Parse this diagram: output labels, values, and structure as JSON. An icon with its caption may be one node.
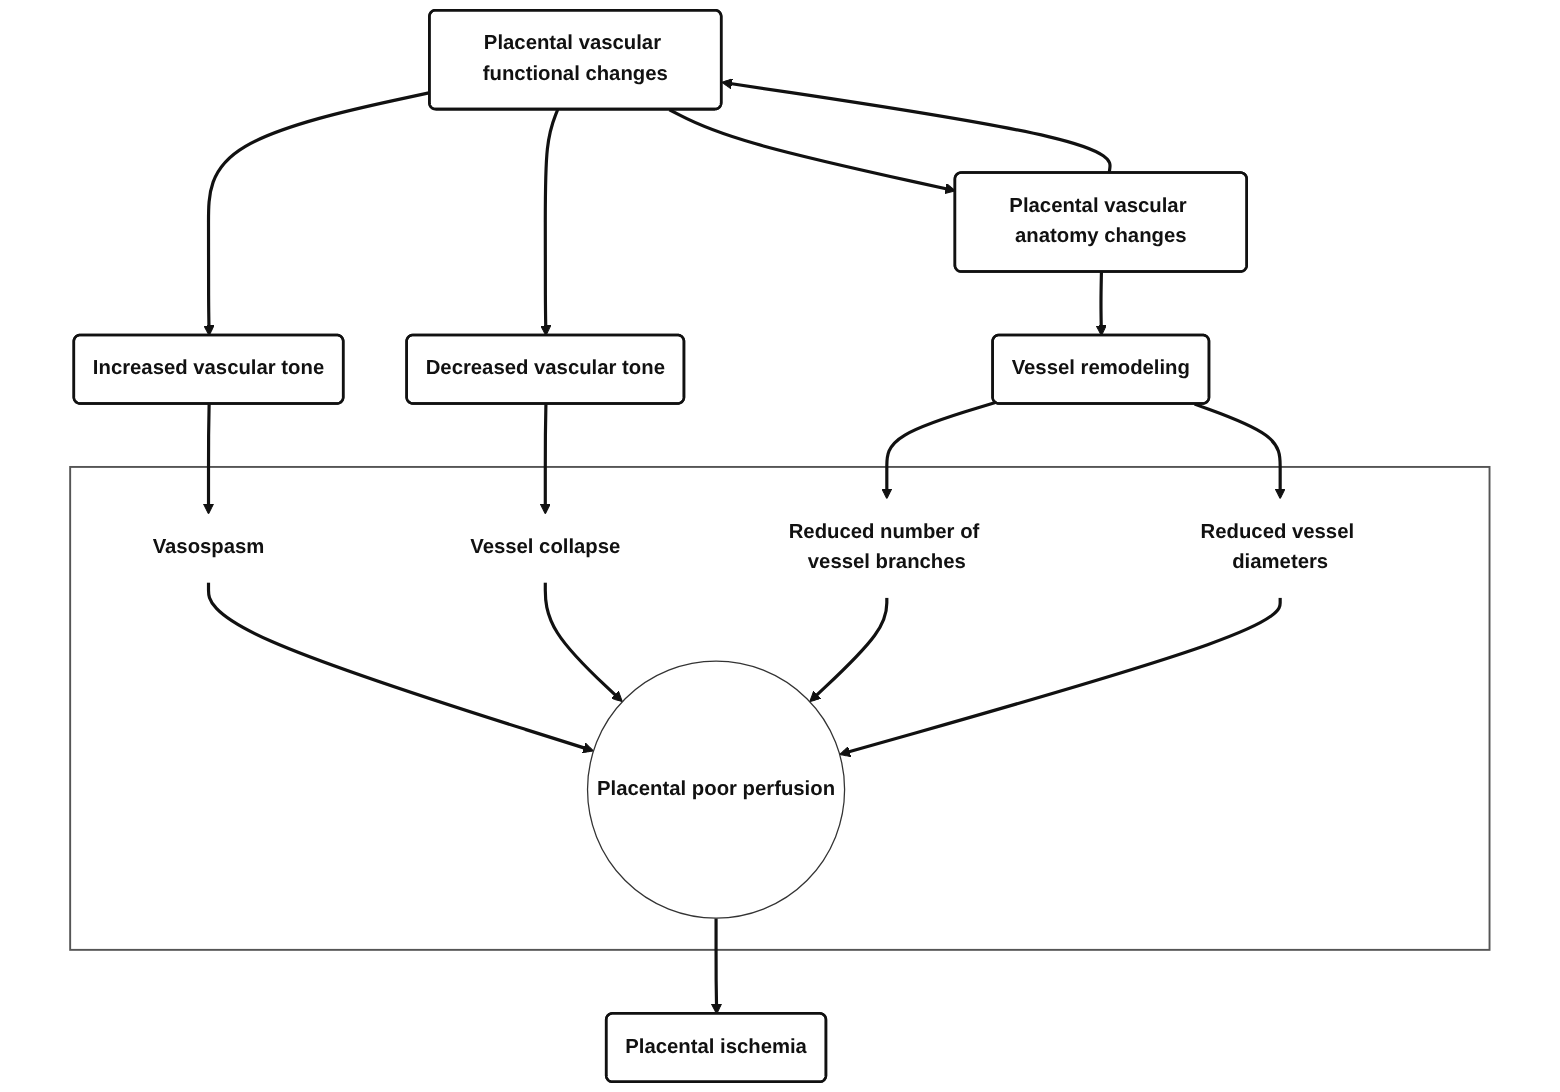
{
  "diagram": {
    "nodes": [
      {
        "text": [
          "Placental vascular functional changes"
        ]
      },
      {
        "text": [
          "Placental vascular anatomy changes"
        ]
      },
      {
        "text": [
          "Increased vascular tone"
        ]
      },
      {
        "text": [
          "Decreased vascular tone"
        ]
      },
      {
        "text": [
          "Vessel remodeling"
        ]
      },
      {
        "text": [],
        "shape": "box"
      },
      {
        "text": [
          "Vasospasm"
        ],
        "in": 5
      },
      {
        "text": [
          "Vessel collapse"
        ],
        "in": 5
      },
      {
        "text": [
          "Reduced number of vessel branches"
        ],
        "in": 5
      },
      {
        "text": [
          "Reduced vessel diameters"
        ],
        "in": 5
      },
      {
        "text": [
          "Placental poor perfusion"
        ],
        "in": 5
      },
      {
        "text": [
          "Placental ischemia"
        ]
      }
    ],
    "edges": [
      {
        "from": 1,
        "to": 0,
        "arrow": "to"
      },
      {
        "from": 0,
        "to": 1,
        "arrow": "to"
      },
      {
        "from": 0,
        "to": 2,
        "arrow": "to"
      },
      {
        "from": 0,
        "to": 3,
        "arrow": "to"
      },
      {
        "from": 1,
        "to": 4,
        "arrow": "to"
      },
      {
        "from": 2,
        "to": 6,
        "arrow": "to"
      },
      {
        "from": 3,
        "to": 7,
        "arrow": "to"
      },
      {
        "from": 4,
        "to": 8,
        "arrow": "to"
      },
      {
        "from": 4,
        "to": 9,
        "arrow": "to"
      },
      {
        "from": 6,
        "to": 10,
        "arrow": "to"
      },
      {
        "from": 7,
        "to": 10,
        "arrow": "to"
      },
      {
        "from": 8,
        "to": 10,
        "arrow": "to"
      },
      {
        "from": 9,
        "to": 10,
        "arrow": "to"
      },
      {
        "from": 10,
        "to": 11,
        "arrow": "to"
      }
    ]
  }
}
